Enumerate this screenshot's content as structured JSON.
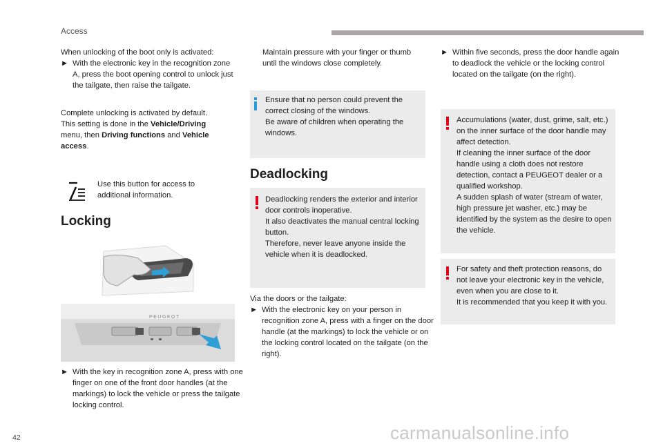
{
  "header": {
    "section": "Access"
  },
  "page_number": "42",
  "watermark": "carmanualsonline.info",
  "col1": {
    "intro": "When unlocking of the boot only is activated:",
    "bullet1": "With the electronic key in the recognition zone A, press the boot opening control to unlock just the tailgate, then raise the tailgate.",
    "complete_line1": "Complete unlocking is activated by default.",
    "complete_line2_pre": "This setting is done in the ",
    "vehicle_driving": "Vehicle/Driving",
    "menu_then": " menu, then ",
    "driving_functions": "Driving functions",
    "and": " and ",
    "vehicle_access": "Vehicle access",
    "period": ".",
    "button_info": "Use this button for access to additional information.",
    "locking_heading": "Locking",
    "bullet2": "With the key in recognition zone A, press with one finger on one of the front door handles (at the markings) to lock the vehicle or press the tailgate locking control.",
    "tailgate_brand": "PEUGEOT"
  },
  "col2": {
    "maintain": "Maintain pressure with your finger or thumb until the windows close completely.",
    "info_text": "Ensure that no person could prevent the correct closing of the windows.\nBe aware of children when operating the windows.",
    "deadlocking_heading": "Deadlocking",
    "deadlock_warning": "Deadlocking renders the exterior and interior door controls inoperative.\nIt also deactivates the manual central locking button.\nTherefore, never leave anyone inside the vehicle when it is deadlocked.",
    "via": "Via the doors or the tailgate:",
    "bullet3": "With the electronic key on your person in recognition zone A, press with a finger on the door handle (at the markings) to lock the vehicle or on the locking control located on the tailgate (on the right)."
  },
  "col3": {
    "bullet4": "Within five seconds, press the door handle again to deadlock the vehicle or the locking control located on the tailgate (on the right).",
    "warning1": "Accumulations (water, dust, grime, salt, etc.) on the inner surface of the door handle may affect detection.\nIf cleaning the inner surface of the door handle using a cloth does not restore detection, contact a PEUGEOT dealer or a qualified workshop.\nA sudden splash of water (stream of water, high pressure jet washer, etc.) may be identified by the system as the desire to open the vehicle.",
    "warning2": "For safety and theft protection reasons, do not leave your electronic key in the vehicle, even when you are close to it.\nIt is recommended that you keep it with you."
  },
  "colors": {
    "warning": "#e3001b",
    "info": "#2b9ad8",
    "box": "#ebebeb",
    "arrow": "#2f9fd6"
  },
  "icons": {
    "bullet": "arrow-right-icon",
    "menu_button": "menu-lines-icon"
  }
}
